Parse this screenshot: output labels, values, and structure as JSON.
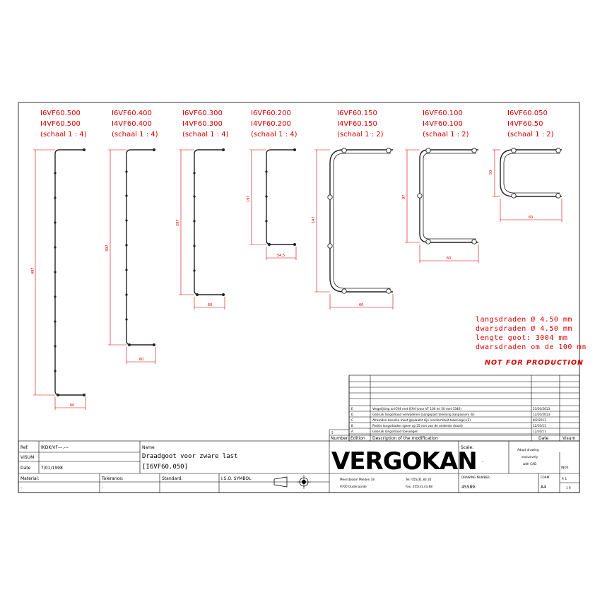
{
  "profiles": [
    {
      "id": "500",
      "code1": "I6VF60.500",
      "code2": "I4VF60.500",
      "scale": "(schaal 1 : 4)",
      "height_dim": "497",
      "width_dim": "60"
    },
    {
      "id": "400",
      "code1": "I6VF60.400",
      "code2": "I4VF60.400",
      "scale": "(schaal 1 : 4)",
      "height_dim": "397",
      "width_dim": "60"
    },
    {
      "id": "300",
      "code1": "I6VF60.300",
      "code2": "I4VF60.300",
      "scale": "(schaal 1 : 4)",
      "height_dim": "297",
      "width_dim": "60"
    },
    {
      "id": "200",
      "code1": "I6VF60.200",
      "code2": "I4VF60.200",
      "scale": "(schaal 1 : 4)",
      "height_dim": "197",
      "width_dim": "54,5"
    },
    {
      "id": "150",
      "code1": "I6VF60.150",
      "code2": "I4VF60.150",
      "scale": "(schaal 1 : 2)",
      "height_dim": "147",
      "width_dim": "60"
    },
    {
      "id": "100",
      "code1": "I6VF60.100",
      "code2": "I4VF60.100",
      "scale": "(schaal 1 : 2)",
      "height_dim": "97",
      "width_dim": "60"
    },
    {
      "id": "050",
      "code1": "I6VF60.050",
      "code2": "I4VF60.50",
      "scale": "(schaal 1 : 2)",
      "height_dim": "50",
      "width_dim": "60"
    }
  ],
  "notes": [
    "langsdraden Ø 4.50 mm",
    "dwarsdraden Ø 4.50 mm",
    "lengte goot: 3004 mm",
    "dwarsdraden om de 100 mm"
  ],
  "warning": "NOT FOR PRODUCTION",
  "revisions": [
    {
      "letter": "E",
      "text": "Vergelijking to IC94 met IC94 (voor VF 100 en 50 met 3340)",
      "date": "23/10/2013"
    },
    {
      "letter": "D",
      "text": "Gebruik langsdraad verwijderen (aangepast tekening aanpassen) (E)",
      "date": "12/10/2013"
    },
    {
      "letter": "C",
      "text": "Aframden kanalen moet geplaatst zijn (conformiteit tekenings) (E)",
      "date": "8/2/2011"
    },
    {
      "letter": "B",
      "text": "Positie langsdraden (geen op 25 mm van de onderste draad)",
      "date": "12/10/11"
    },
    {
      "letter": "A",
      "text": "Gebruik langsdraad toevoegen",
      "date": "12/10/11"
    }
  ],
  "rev_header": {
    "number_label": "Number",
    "edition_label": "Edition",
    "description_label": "Description of the modification",
    "date_label": "Date",
    "visum_label": "Visum",
    "current_number": "5"
  },
  "titleblock": {
    "ref_label": "Ref.",
    "ref_value": "IKDK/VF---.---",
    "visum_label": "VISUM",
    "date_label": "Date",
    "date_value": "7/01/1998",
    "name_label": "Name",
    "name_line1": "Draadgoot voor zware last",
    "name_line2": "[I6VF60.050]",
    "material_label": "Material:",
    "material_value": "-",
    "tolerance_label": "Tolerance:",
    "tolerance_value": "-",
    "standard_label": "Standard:",
    "iso_label": "I.S.O. SYMBOL",
    "company": "VERGOKAN",
    "address1": "Meersbloem Melden 18",
    "address2": "9700 Oudenaarde",
    "tel": "Tel: 055/31.83.35",
    "fax": "Fax: 055/31.43.88",
    "scale_label": "Scale:",
    "scale_value": "-",
    "adapt_note_1": "Adapt drawing",
    "adapt_note_2": "exclusively",
    "adapt_note_3": "with CAD",
    "drawing_number_label": "DRAWING NUMBER",
    "drawing_number": "45589",
    "form_label": "FORM",
    "form_value": "A4",
    "index_label": "INDX",
    "page_1": "P. 1",
    "page_2": "1 P."
  }
}
